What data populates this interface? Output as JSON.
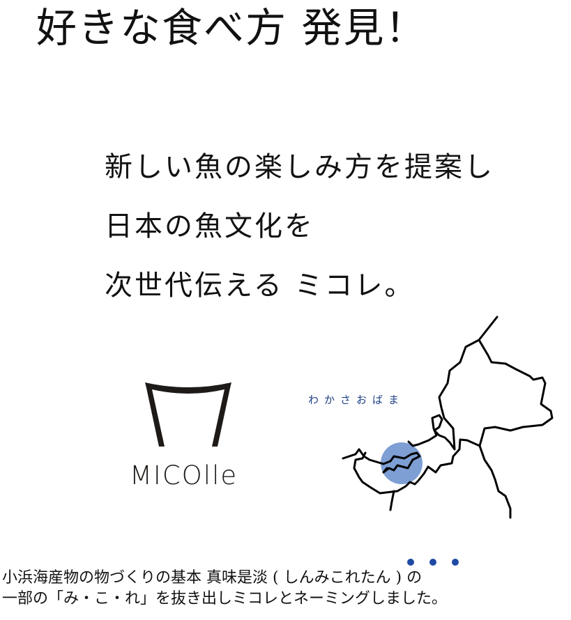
{
  "headline": "好きな食べ方 発見！",
  "tagline": {
    "lines": [
      "新しい魚の楽しみ方を提案し",
      "日本の魚文化を",
      "次世代伝える ミコレ。"
    ]
  },
  "logo": {
    "wordmark": "MICOlle",
    "icon": "micolle-m-mark-icon",
    "color": "#1e1a17"
  },
  "map": {
    "label": "わかさおばま",
    "label_color": "#1d3f84",
    "highlight_color": "#7e9fd4",
    "icon": "wakasa-obama-map-icon"
  },
  "description": {
    "line1": "小浜海産物の物づくりの基本 真味是淡 ( しんみこれたん ) の",
    "line2": "一部の「み・こ・れ」を抜き出しミコレとネーミングしました。",
    "emphasis_dots": 3,
    "dot_color": "#1f4aa3"
  }
}
